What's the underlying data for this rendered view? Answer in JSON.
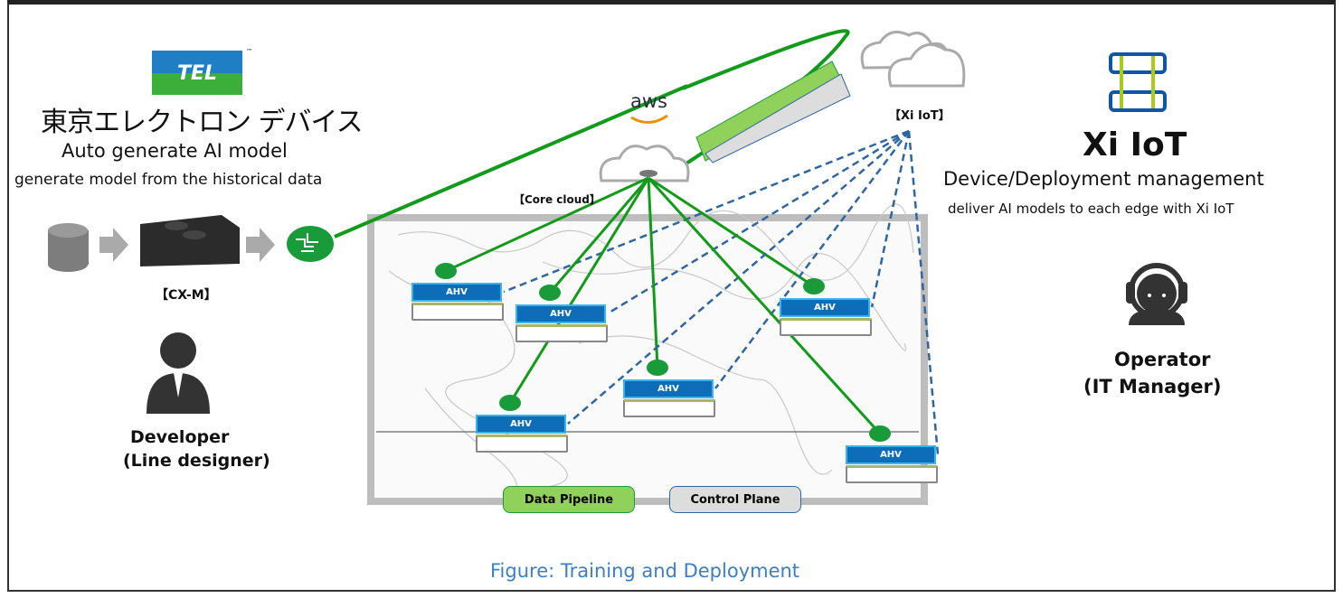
{
  "left": {
    "logo_text": "TEL",
    "company_name": "東京エレクトロン デバイス",
    "title": "Auto generate AI model",
    "subtitle": "generate model from the historical data",
    "device_label": "【CX-M】",
    "person_title": "Developer",
    "person_role": "(Line designer)"
  },
  "center": {
    "aws_label": "aws",
    "core_cloud_label": "【Core cloud】",
    "xi_iot_label": "【Xi IoT】",
    "node_label": "AHV",
    "nodes": [
      "AHV",
      "AHV",
      "AHV",
      "AHV",
      "AHV",
      "AHV"
    ],
    "legend": {
      "data_pipeline": "Data Pipeline",
      "control_plane": "Control Plane"
    }
  },
  "right": {
    "title": "Xi IoT",
    "subtitle": "Device/Deployment management",
    "description": "deliver AI models to each edge with Xi IoT",
    "person_title": "Operator",
    "person_role": "(IT Manager)"
  },
  "caption": "Figure: Training and Deployment",
  "colors": {
    "green": "#129b1a",
    "blue_dashed": "#2f66a2",
    "ahv_blue": "#0e6db8",
    "caption": "#3b7fc4",
    "tel_blue": "#1f7ec4",
    "tel_green": "#3cae3a"
  }
}
